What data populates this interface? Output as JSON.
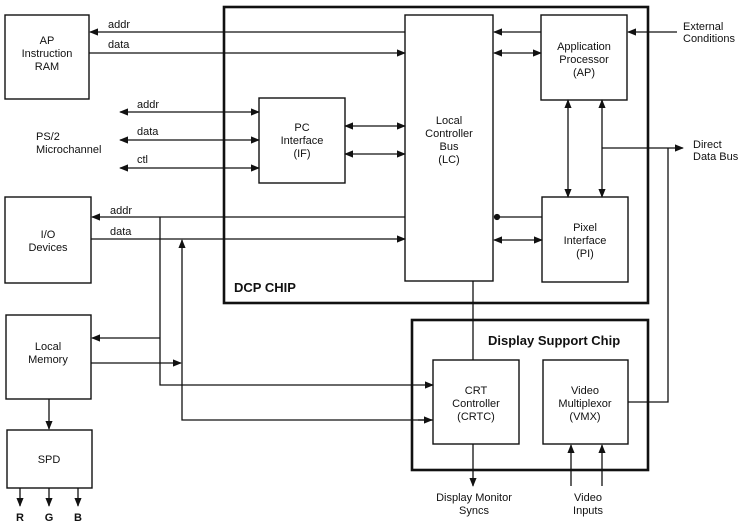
{
  "diagram": {
    "chips": {
      "dcp": "DCP CHIP",
      "dsc": "Display Support Chip"
    },
    "blocks": {
      "ap_ram": [
        "AP",
        "Instruction",
        "RAM"
      ],
      "io": [
        "I/O",
        "Devices"
      ],
      "local_memory": [
        "Local",
        "Memory"
      ],
      "spd": [
        "SPD"
      ],
      "pc_if": [
        "PC",
        "Interface",
        "(IF)"
      ],
      "lc_bus": [
        "Local",
        "Controller",
        "Bus",
        "(LC)"
      ],
      "ap": [
        "Application",
        "Processor",
        "(AP)"
      ],
      "pi": [
        "Pixel",
        "Interface",
        "(PI)"
      ],
      "crtc": [
        "CRT",
        "Controller",
        "(CRTC)"
      ],
      "vmx": [
        "Video",
        "Multiplexor",
        "(VMX)"
      ]
    },
    "external": {
      "ps2": [
        "PS/2",
        "Microchannel"
      ],
      "ext_cond": [
        "External",
        "Conditions"
      ],
      "direct_bus": [
        "Direct",
        "Data Bus"
      ],
      "syncs": [
        "Display Monitor",
        "Syncs"
      ],
      "video_in": [
        "Video",
        "Inputs"
      ]
    },
    "signals": {
      "ram_addr": "addr",
      "ram_data": "data",
      "ps2_addr": "addr",
      "ps2_data": "data",
      "ps2_ctl": "ctl",
      "io_addr": "addr",
      "io_data": "data"
    },
    "rgb": [
      "R",
      "G",
      "B"
    ]
  }
}
